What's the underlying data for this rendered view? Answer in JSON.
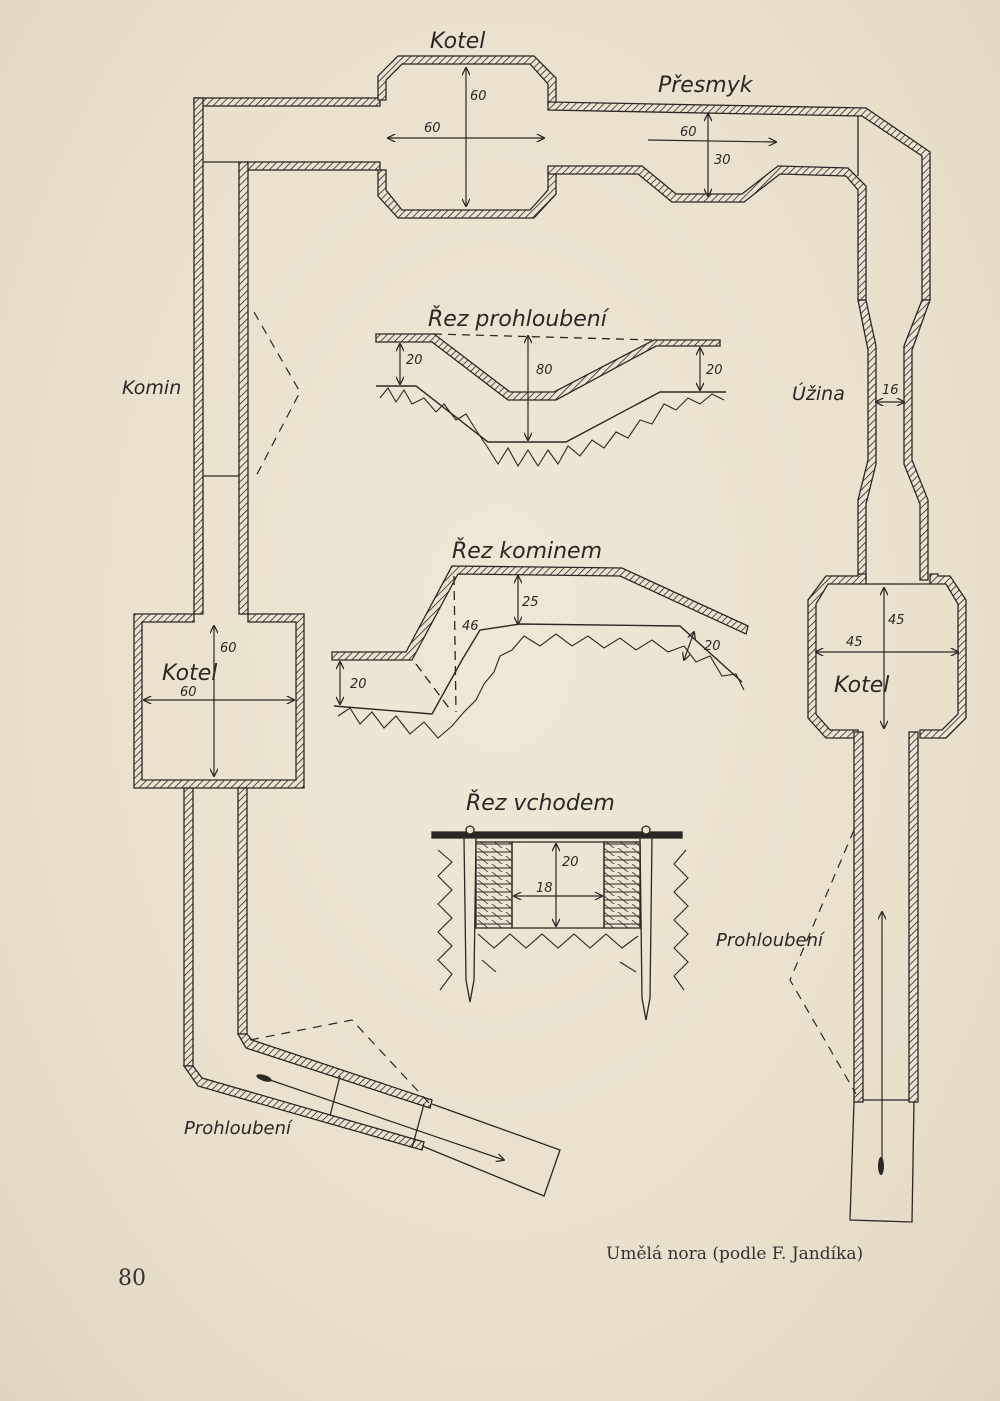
{
  "labels": {
    "kotel_top": "Kotel",
    "kotel_left": "Kotel",
    "kotel_right": "Kotel",
    "presmyk": "Přesmyk",
    "komin": "Komin",
    "uzina": "Úžina",
    "prohloubeni_left": "Prohloubení",
    "prohloubeni_right": "Prohloubení",
    "rez_prohloubeni": "Řez prohloubení",
    "rez_kominem": "Řez kominem",
    "rez_vchodem": "Řez vchodem"
  },
  "dimensions": {
    "kotel_top_w": "60",
    "kotel_top_h": "60",
    "presmyk_w": "60",
    "presmyk_h": "30",
    "uzina_w": "16",
    "kotel_right_w": "45",
    "kotel_right_h": "45",
    "kotel_left_w": "60",
    "kotel_left_h": "60",
    "prohl_left": "20",
    "prohl_depth": "80",
    "prohl_right": "20",
    "komin_depth": "25",
    "komin_slant": "46",
    "komin_right": "20",
    "komin_left": "20",
    "vchod_h": "20",
    "vchod_w": "18"
  },
  "caption": "Umělá nora (podle F. Jandíka)",
  "page_number": "80",
  "colors": {
    "paper": "#ece4d2",
    "ink": "#2a2824"
  }
}
